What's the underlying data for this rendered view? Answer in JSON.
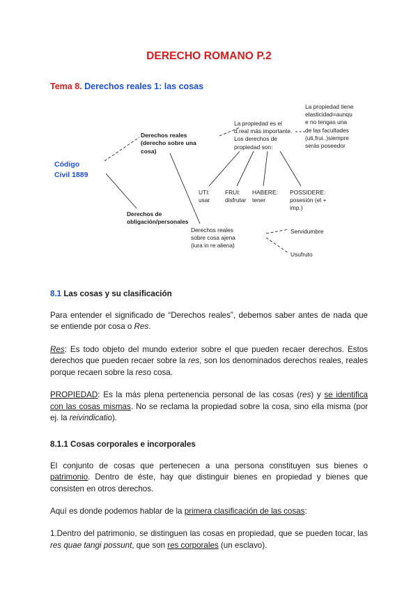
{
  "document": {
    "title": "DERECHO ROMANO P.2",
    "title_color": "#d61c1c",
    "heading_tema_num": "Tema 8.",
    "heading_tema_text": " Derechos reales 1: las cosas",
    "heading_tema_num_color": "#d61c1c",
    "heading_tema_text_color": "#1a4fd6"
  },
  "diagram": {
    "nodes": {
      "codigo_civil": "Código\nCivil 1889",
      "derechos_reales": "Derechos reales\n(derecho sobre una\ncosa)",
      "derechos_obligacion": "Derechos de\nobligación/personales",
      "derechos_cosa_ajena": "Derechos reales\nsobre cosa ajena\n(iura in re aliena)",
      "servidumbre": "Servidumbre",
      "usufruto": "Usufruto",
      "propiedad_importante": "La propiedad es el\nd.real más importante.\nLos derechos de\npropiedad son:",
      "elasticidad": "La propiedad tiene\nelasticidad=aunqu\ne no tengas una\nde las facultades\n(uti,frui..)siempre\nserás poseedor",
      "uti": "UTI:\nusar",
      "frui": "FRUI:\ndisfrutar",
      "habere": "HABERE:\ntener",
      "possidere": "POSSIDERE:\nposesión (el +\nimp.)"
    },
    "node_colors": {
      "codigo_civil": "#1f4fe0"
    }
  },
  "sections": [
    {
      "id": "8.1",
      "number": "8.1",
      "title": " Las cosas y su clasificación",
      "paragraphs": [
        "Para entender el significado de “Derechos reales”, debemos saber antes de nada que se entiende por cosa o Res.",
        "Res: Es todo objeto del mundo exterior sobre el que pueden recaer derechos. Estos derechos que pueden recaer sobre la res, son los denominados derechos reales, reales porque recaen sobre la reso cosa.",
        "PROPIEDAD: Es la más plena pertenencia personal de las cosas (res) y se identifica con las cosas mismas. No se reclama la propiedad sobre la cosa, sino ella misma (por ej. la reivindicatio)."
      ]
    },
    {
      "id": "8.1.1",
      "number": "8.1.1",
      "title": " Cosas corporales e incorporales",
      "paragraphs": [
        "El conjunto de cosas que pertenecen a una persona constituyen sus bienes o patrimonio. Dentro de éste, hay que distinguir bienes en propiedad y bienes que consisten en otros derechos.",
        "Aquí es donde podemos hablar de la primera clasificación de las cosas:",
        "1.Dentro del patrimonio, se distinguen las cosas en propiedad, que se pueden tocar, las res quae tangi possunt, que son res corporales (un esclavo)."
      ]
    }
  ]
}
